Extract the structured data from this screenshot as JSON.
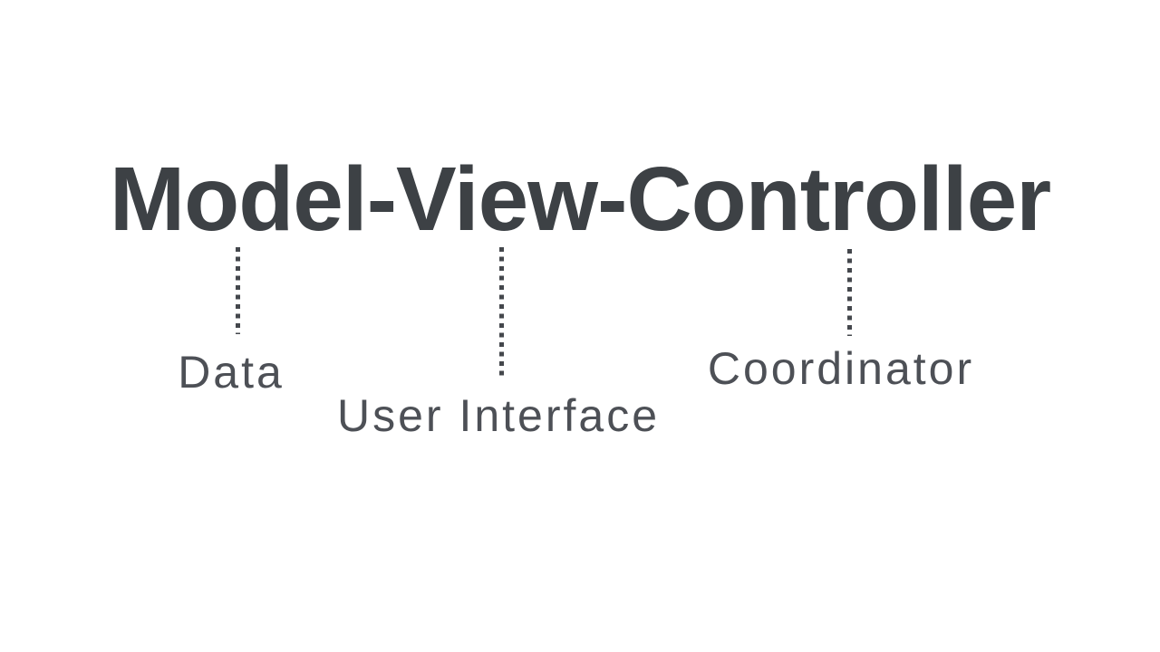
{
  "title": {
    "text": "Model-View-Controller"
  },
  "columns": [
    {
      "term": "Model",
      "label": "Data"
    },
    {
      "term": "View",
      "label": "User Interface"
    },
    {
      "term": "Controller",
      "label": "Coordinator"
    }
  ],
  "colors": {
    "background": "#ffffff",
    "title": "#3d4145",
    "label": "#4d5056",
    "dot": "#44474c"
  }
}
